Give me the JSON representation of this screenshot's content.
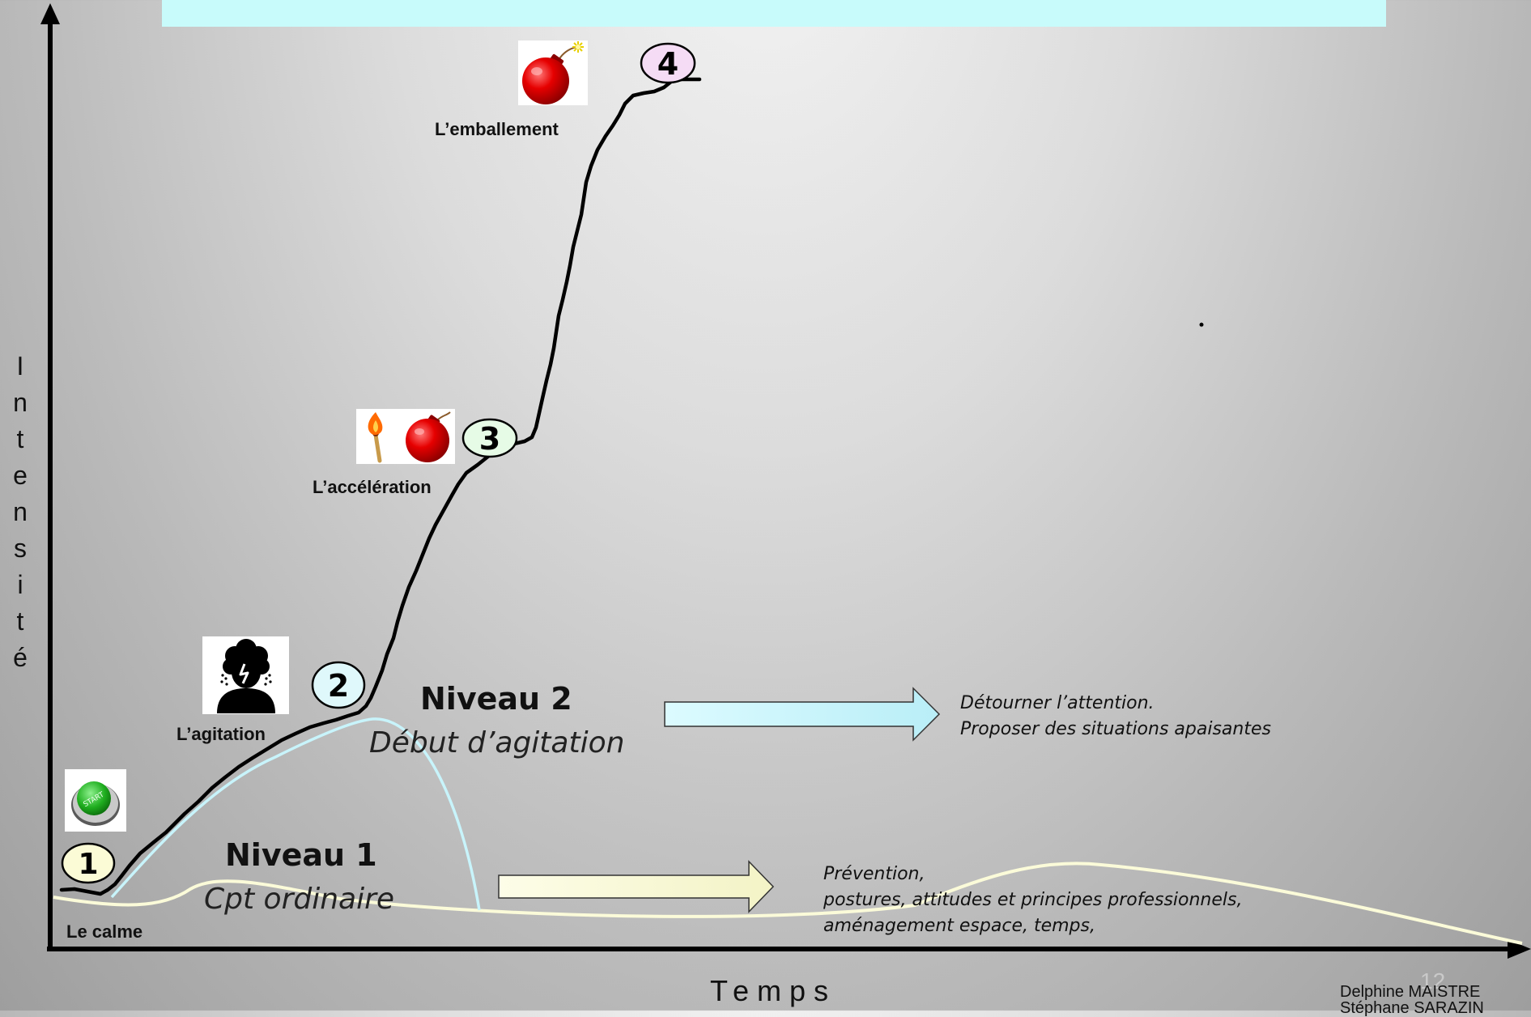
{
  "axes": {
    "y_label": "Intensité",
    "x_label": "Temps"
  },
  "stages": [
    {
      "number": "1",
      "label": "Le calme",
      "icon": "start-button-icon"
    },
    {
      "number": "2",
      "label": "L’agitation",
      "icon": "stressed-person-icon"
    },
    {
      "number": "3",
      "label": "L’accélération",
      "icon": "match-and-bomb-icon"
    },
    {
      "number": "4",
      "label": "L’emballement",
      "icon": "bomb-icon"
    }
  ],
  "levels": [
    {
      "title": "Niveau 1",
      "subtitle": "Cpt ordinaire",
      "notes": [
        "Prévention,",
        "postures, attitudes et principes professionnels,",
        "aménagement espace, temps,"
      ]
    },
    {
      "title": "Niveau 2",
      "subtitle": "Début d’agitation",
      "notes": [
        "Détourner l’attention.",
        "Proposer des situations apaisantes"
      ]
    }
  ],
  "footer": {
    "author_line1": "Delphine MAISTRE",
    "author_line2": "Stéphane SARAZIN",
    "slide_number": "12"
  },
  "colors": {
    "banner": "#c8fbfb",
    "level1_fill": "#fbfbd9",
    "level2_fill": "#c8f4fb",
    "circle_1": "#fbfbd6",
    "circle_2": "#dff8fb",
    "circle_3": "#e6fbe6",
    "circle_4": "#f5dcf5",
    "bomb": "#e60000"
  }
}
